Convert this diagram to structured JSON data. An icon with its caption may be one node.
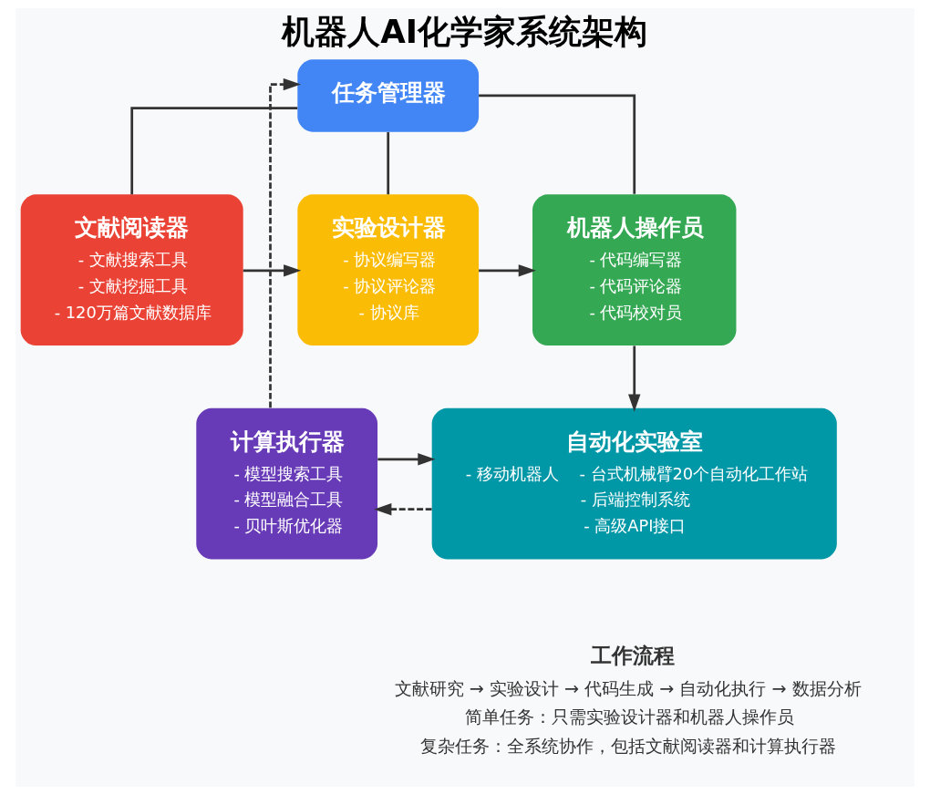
{
  "diagram": {
    "title": "机器人AI化学家系统架构",
    "nodes": [
      {
        "text": [
          "任务管理器"
        ]
      },
      {
        "text": [
          "文献阅读器",
          "- 文献搜索工具",
          "- 文献挖掘工具",
          "- 120万篇文献数据库"
        ]
      },
      {
        "text": [
          "实验设计器",
          "- 协议编写器",
          "- 协议评论器",
          "- 协议库"
        ]
      },
      {
        "text": [
          "机器人操作员",
          "- 代码编写器",
          "- 代码评论器",
          "- 代码校对员"
        ]
      },
      {
        "text": [
          "计算执行器",
          "- 模型搜索工具",
          "- 模型融合工具",
          "- 贝叶斯优化器"
        ]
      },
      {
        "text": [
          "自动化实验室",
          "- 移动机器人    - 台式机械臂20个自动化工作站",
          "- 后端控制系统",
          "- 高级API接口"
        ]
      }
    ],
    "edges": [
      {
        "from": 0,
        "to": 1,
        "arrow": "none"
      },
      {
        "from": 0,
        "to": 2,
        "arrow": "none"
      },
      {
        "from": 0,
        "to": 3,
        "arrow": "none"
      },
      {
        "from": 1,
        "to": 2,
        "arrow": "to"
      },
      {
        "from": 2,
        "to": 3,
        "arrow": "to"
      },
      {
        "from": 3,
        "to": 5,
        "arrow": "to"
      },
      {
        "from": 4,
        "to": 5,
        "arrow": "to"
      },
      {
        "from": 5,
        "to": 4,
        "arrow": "to",
        "style": "dashed"
      },
      {
        "from": 4,
        "to": 0,
        "arrow": "to",
        "style": "dashed"
      }
    ],
    "labels": [
      "工作流程",
      "文献研究 → 实验设计 → 代码生成 → 自动化执行 → 数据分析",
      "简单任务：只需实验设计器和机器人操作员",
      "复杂任务：全系统协作，包括文献阅读器和计算执行器"
    ]
  }
}
